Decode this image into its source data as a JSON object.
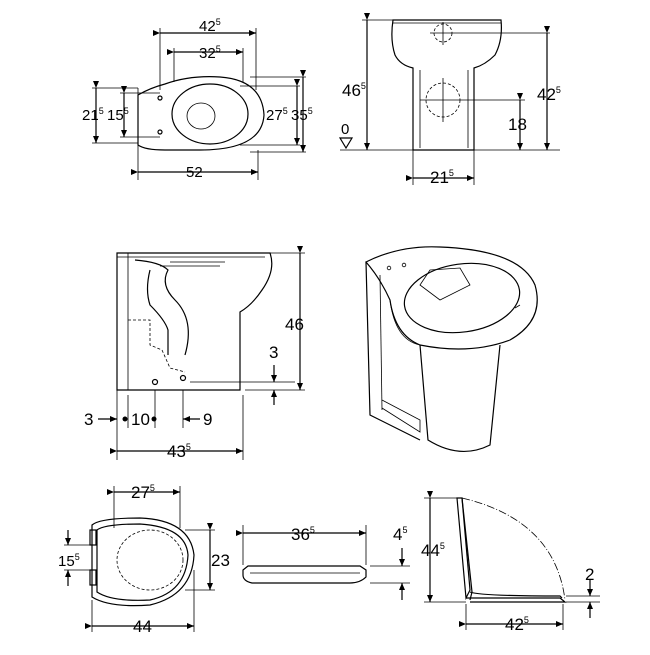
{
  "views": {
    "top": {
      "d_width_outer": "42",
      "d_width_outer_sup": "5",
      "d_width_inner": "32",
      "d_width_inner_sup": "5",
      "d_left_outer": "21",
      "d_left_outer_sup": "5",
      "d_left_inner": "15",
      "d_left_inner_sup": "5",
      "d_right_inner": "27",
      "d_right_inner_sup": "5",
      "d_right_outer": "35",
      "d_right_outer_sup": "5",
      "d_length": "52"
    },
    "front": {
      "d_height_left": "46",
      "d_height_left_sup": "5",
      "d_zero": "0",
      "d_outlet": "18",
      "d_height_right": "42",
      "d_height_right_sup": "5",
      "d_base": "21",
      "d_base_sup": "5"
    },
    "side": {
      "d_height": "46",
      "d_offset": "3",
      "d_left": "3",
      "d_ten": "10",
      "d_nine": "9",
      "d_depth": "43",
      "d_depth_sup": "5"
    },
    "seat_top": {
      "d_width": "27",
      "d_width_sup": "5",
      "d_left": "15",
      "d_left_sup": "5",
      "d_right": "23",
      "d_length": "44"
    },
    "seat_side": {
      "d_length": "36",
      "d_length_sup": "5",
      "d_height": "4",
      "d_height_sup": "5"
    },
    "seat_open": {
      "d_height": "44",
      "d_height_sup": "5",
      "d_base": "42",
      "d_base_sup": "5",
      "d_thick": "2"
    }
  }
}
